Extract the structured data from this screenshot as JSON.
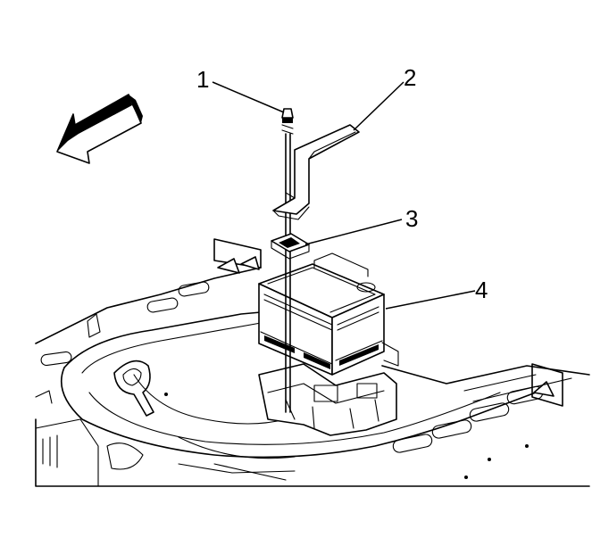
{
  "callouts": [
    {
      "id": "1",
      "label": "1"
    },
    {
      "id": "2",
      "label": "2"
    },
    {
      "id": "3",
      "label": "3"
    },
    {
      "id": "4",
      "label": "4"
    }
  ],
  "icons": {
    "direction_arrow": "forward-direction-arrow-icon"
  }
}
